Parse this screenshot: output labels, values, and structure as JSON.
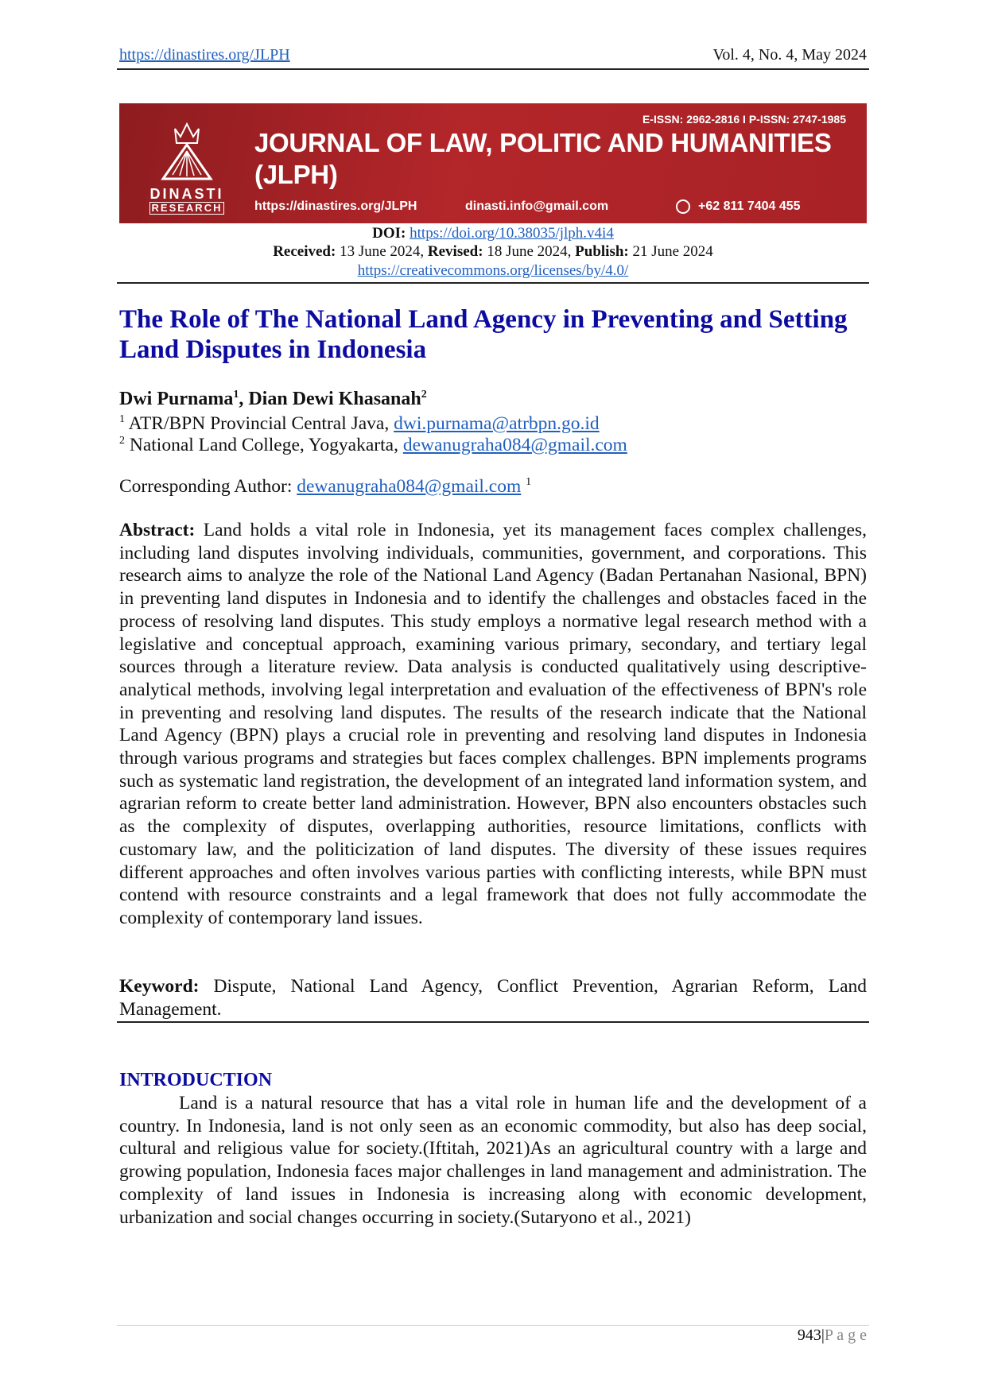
{
  "header": {
    "url": "https://dinastires.org/JLPH",
    "volume": "Vol. 4, No. 4, May 2024"
  },
  "banner": {
    "issn": "E-ISSN: 2962-2816 I P-ISSN: 2747-1985",
    "journal_title_1": "JOURNAL OF LAW, POLITIC AND HUMANITIES",
    "journal_title_2": "(JLPH)",
    "url": "https://dinastires.org/JLPH",
    "email": "dinasti.info@gmail.com",
    "phone": "+62 811 7404 455",
    "logo_text_1": "DINASTI",
    "logo_text_2": "RESEARCH"
  },
  "meta": {
    "doi_label": "DOI:",
    "doi": "https://doi.org/10.38035/jlph.v4i4",
    "received_label": "Received:",
    "received": " 13 June 2024, ",
    "revised_label": "Revised:",
    "revised": " 18 June 2024, ",
    "publish_label": "Publish:",
    "publish": " 21 June 2024",
    "license": "https://creativecommons.org/licenses/by/4.0/"
  },
  "title": "The Role of The National Land Agency in Preventing and Setting Land Disputes in Indonesia",
  "authors": {
    "a1": "Dwi Purnama",
    "s1": "1",
    "sep": ", ",
    "a2": "Dian Dewi Khasanah",
    "s2": "2",
    "aff1_num": "1",
    "aff1": " ATR/BPN Provincial Central Java, ",
    "aff1_email": "dwi.purnama@atrbpn.go.id",
    "aff2_num": "2",
    "aff2": " National Land College, Yogyakarta, ",
    "aff2_email": "dewanugraha084@gmail.com",
    "corr_label": "Corresponding Author: ",
    "corr_email": "dewanugraha084@gmail.com",
    "corr_sup": "1"
  },
  "abstract": {
    "label": "Abstract:",
    "text": " Land holds a vital role in Indonesia, yet its management faces complex challenges, including land disputes involving individuals, communities, government, and corporations. This research aims to analyze the role of the National Land Agency (Badan Pertanahan Nasional, BPN) in preventing land disputes in Indonesia and to identify the challenges and obstacles faced in the process of resolving land disputes. This study employs a normative legal research method with a legislative and conceptual approach, examining various primary, secondary, and tertiary legal sources through a literature review. Data analysis is conducted qualitatively using descriptive-analytical methods, involving legal interpretation and evaluation of the effectiveness of BPN's role in preventing and resolving land disputes. The results of the research indicate that the National Land Agency (BPN) plays a crucial role in preventing and resolving land disputes in Indonesia through various programs and strategies but faces complex challenges. BPN implements programs such as systematic land registration, the development of an integrated land information system, and agrarian reform to create better land administration. However, BPN also encounters obstacles such as the complexity of disputes, overlapping authorities, resource limitations, conflicts with customary law, and the politicization of land disputes. The diversity of these issues requires different approaches and often involves various parties with conflicting interests, while BPN must contend with resource constraints and a legal framework that does not fully accommodate the complexity of contemporary land issues."
  },
  "keyword": {
    "label": "Keyword:",
    "text": " Dispute, National Land Agency, Conflict Prevention, Agrarian Reform, Land Management."
  },
  "introduction": {
    "heading": "INTRODUCTION",
    "text": "Land is a natural resource that has a vital role in human life and the development of a country. In Indonesia, land is not only seen as an economic commodity, but also has deep social, cultural and religious value for society.(Iftitah, 2021)As an agricultural country with a large and growing population, Indonesia faces major challenges in land management and administration. The complexity of land issues in Indonesia is increasing along with economic development, urbanization and social changes occurring in society.(Sutaryono et al., 2021)"
  },
  "footer": {
    "page_number": "943",
    "sep": "|",
    "page_label": "P a g e"
  }
}
